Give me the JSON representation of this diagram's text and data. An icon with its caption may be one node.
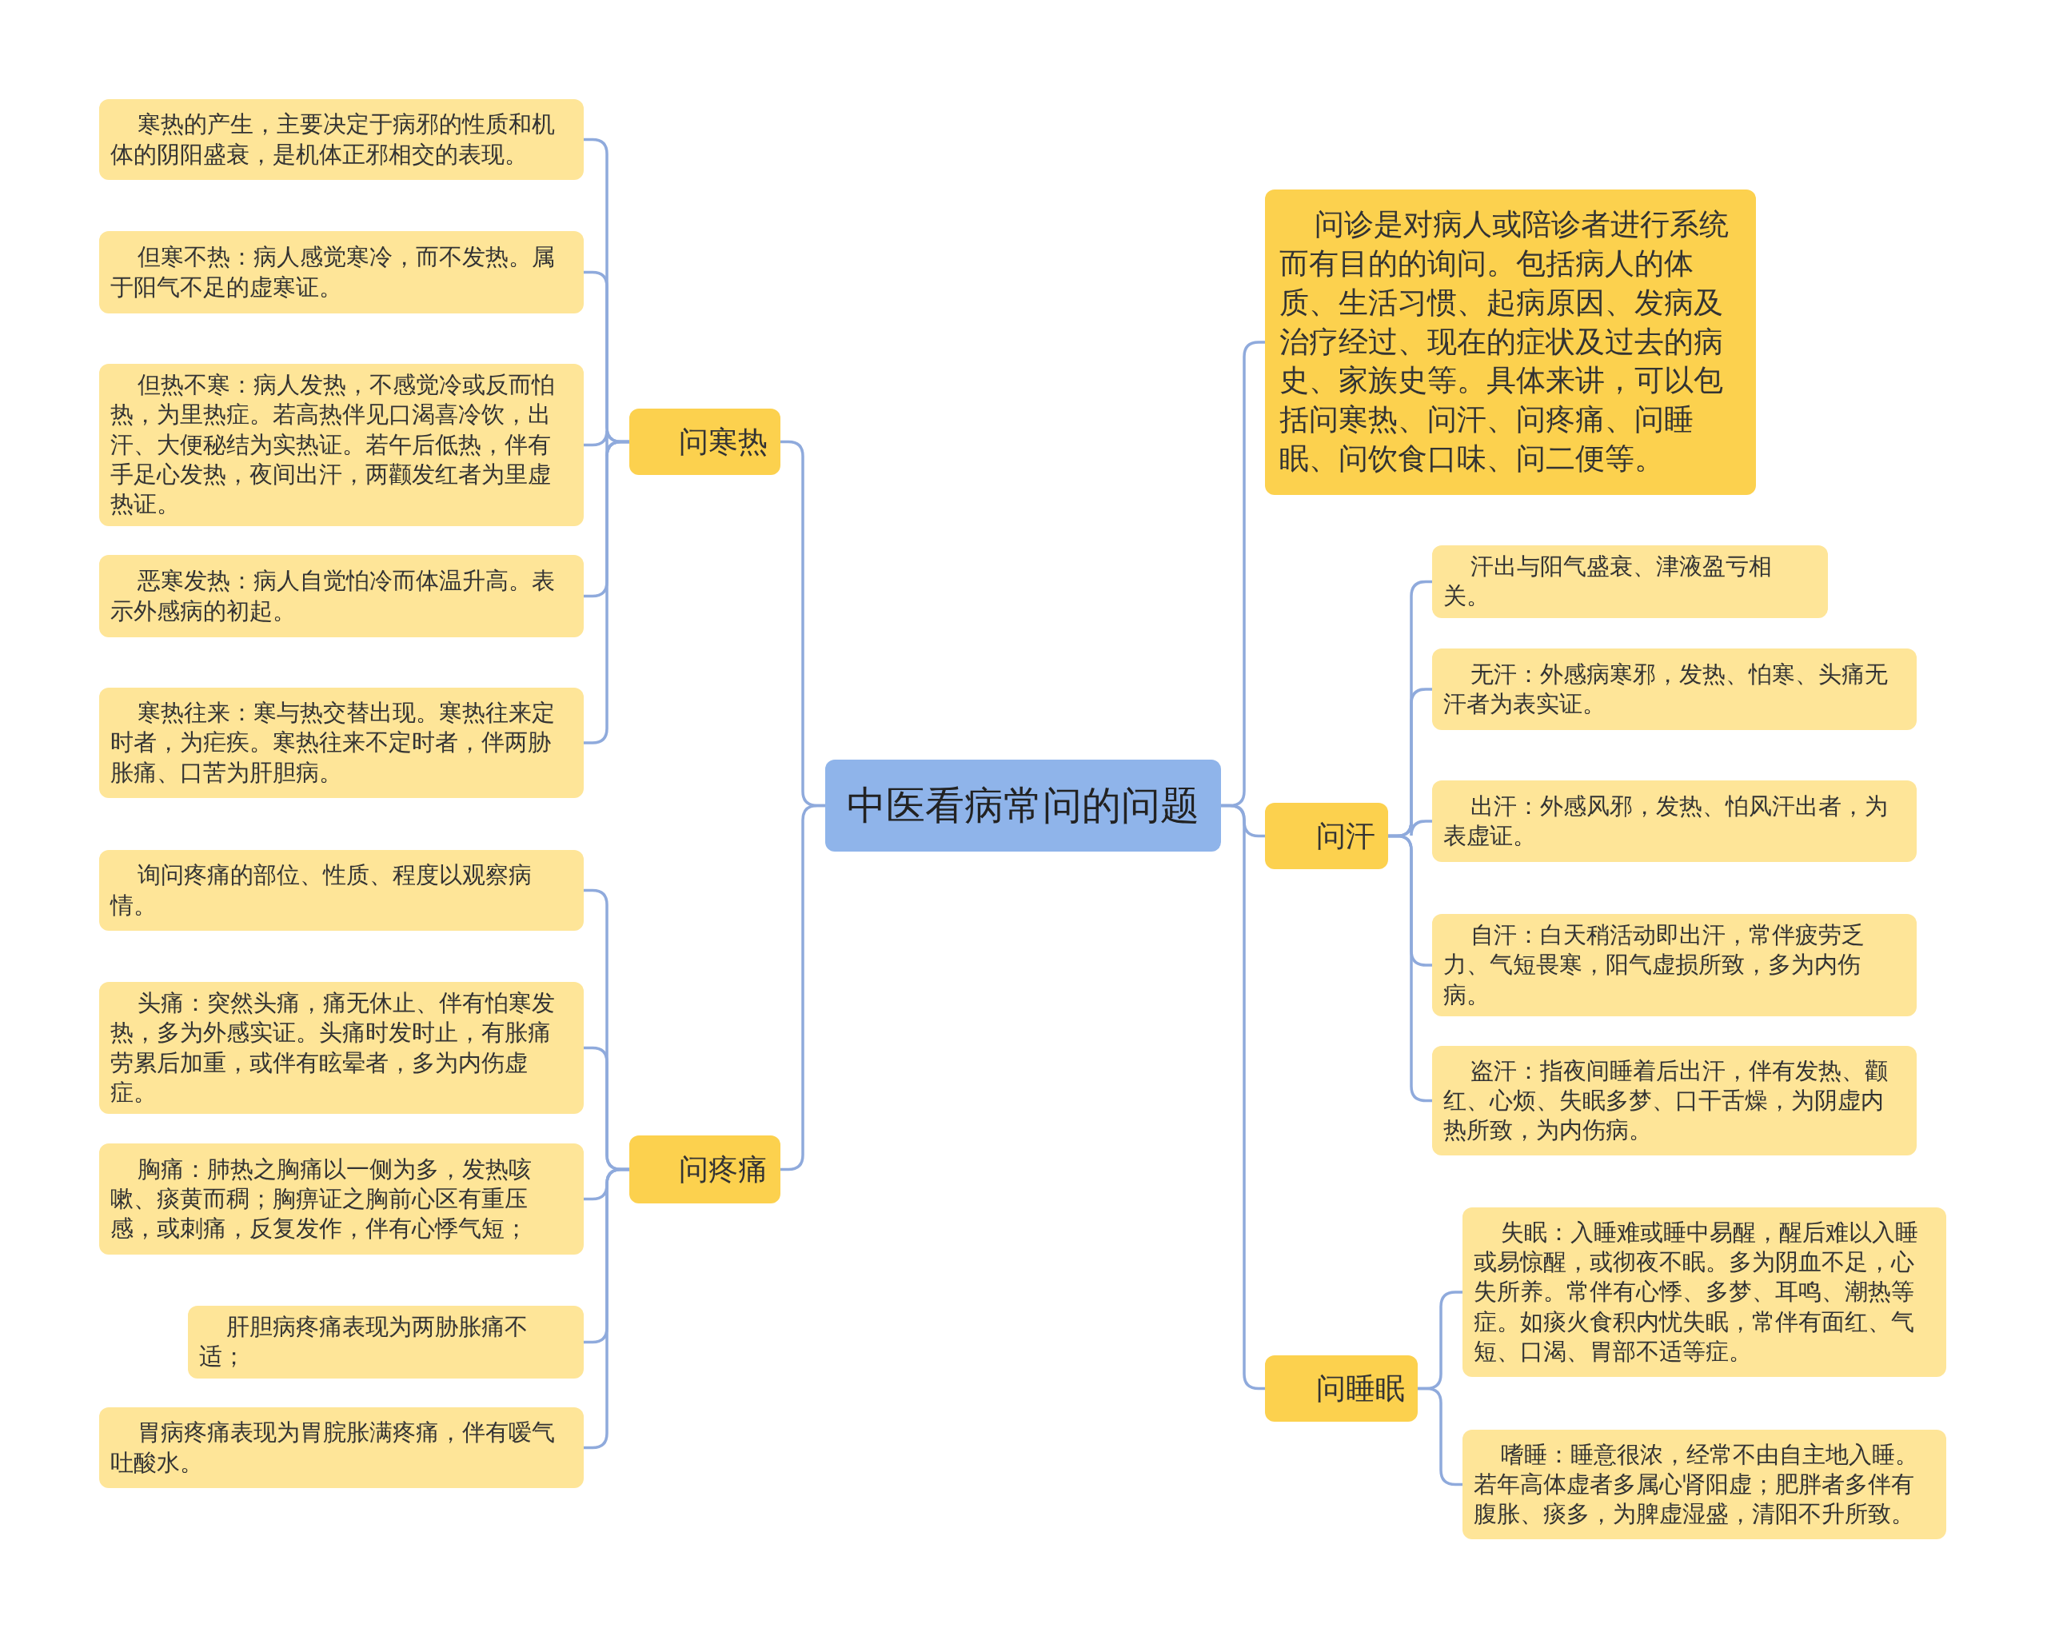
{
  "diagram": {
    "nodes": [
      {
        "text": [
          "中医看病常问的问题"
        ]
      },
      {
        "text": [
          "问寒热"
        ]
      },
      {
        "text": [
          "寒热的产生，主要决定于病邪的性质和机体的阴阳盛衰，是机体正邪相交的表现。"
        ]
      },
      {
        "text": [
          "但寒不热：病人感觉寒冷，而不发热。属于阳气不足的虚寒证。"
        ]
      },
      {
        "text": [
          "但热不寒：病人发热，不感觉冷或反而怕热，为里热症。若高热伴见口渴喜冷饮，出汗、大便秘结为实热证。若午后低热，伴有手足心发热，夜间出汗，两颧发红者为里虚热证。"
        ]
      },
      {
        "text": [
          "恶寒发热：病人自觉怕冷而体温升高。表示外感病的初起。"
        ]
      },
      {
        "text": [
          "寒热往来：寒与热交替出现。寒热往来定时者，为疟疾。寒热往来不定时者，伴两胁胀痛、口苦为肝胆病。"
        ]
      },
      {
        "text": [
          "问疼痛"
        ]
      },
      {
        "text": [
          "询问疼痛的部位、性质、程度以观察病情。"
        ]
      },
      {
        "text": [
          "头痛：突然头痛，痛无休止、伴有怕寒发热，多为外感实证。头痛时发时止，有胀痛劳累后加重，或伴有眩晕者，多为内伤虚症。"
        ]
      },
      {
        "text": [
          "胸痛：肺热之胸痛以一侧为多，发热咳嗽、痰黄而稠；胸痹证之胸前心区有重压感，或刺痛，反复发作，伴有心悸气短；"
        ]
      },
      {
        "text": [
          "肝胆病疼痛表现为两胁胀痛不适；"
        ]
      },
      {
        "text": [
          "胃病疼痛表现为胃脘胀满疼痛，伴有嗳气吐酸水。"
        ]
      },
      {
        "text": [
          "问诊是对病人或陪诊者进行系统而有目的的询问。包括病人的体质、生活习惯、起病原因、发病及治疗经过、现在的症状及过去的病史、家族史等。具体来讲，可以包括问寒热、问汗、问疼痛、问睡眠、问饮食口味、问二便等。"
        ]
      },
      {
        "text": [
          "问汗"
        ]
      },
      {
        "text": [
          "汗出与阳气盛衰、津液盈亏相关。"
        ]
      },
      {
        "text": [
          "无汗：外感病寒邪，发热、怕寒、头痛无汗者为表实证。"
        ]
      },
      {
        "text": [
          "出汗：外感风邪，发热、怕风汗出者，为表虚证。"
        ]
      },
      {
        "text": [
          "自汗：白天稍活动即出汗，常伴疲劳乏力、气短畏寒，阳气虚损所致，多为内伤病。"
        ]
      },
      {
        "text": [
          "盗汗：指夜间睡着后出汗，伴有发热、颧红、心烦、失眠多梦、口干舌燥，为阴虚内热所致，为内伤病。"
        ]
      },
      {
        "text": [
          "问睡眠"
        ]
      },
      {
        "text": [
          "失眠：入睡难或睡中易醒，醒后难以入睡或易惊醒，或彻夜不眠。多为阴血不足，心失所养。常伴有心悸、多梦、耳鸣、潮热等症。如痰火食积内忧失眠，常伴有面红、气短、口渴、胃部不适等症。"
        ]
      },
      {
        "text": [
          "嗜睡：睡意很浓，经常不由自主地入睡。若年高体虚者多属心肾阳虚；肥胖者多伴有腹胀、痰多，为脾虚湿盛，清阳不升所致。"
        ]
      }
    ],
    "edges": [
      {
        "from": 0,
        "to": 1,
        "arrow": "none"
      },
      {
        "from": 1,
        "to": 2,
        "arrow": "none"
      },
      {
        "from": 1,
        "to": 3,
        "arrow": "none"
      },
      {
        "from": 1,
        "to": 4,
        "arrow": "none"
      },
      {
        "from": 1,
        "to": 5,
        "arrow": "none"
      },
      {
        "from": 1,
        "to": 6,
        "arrow": "none"
      },
      {
        "from": 0,
        "to": 7,
        "arrow": "none"
      },
      {
        "from": 7,
        "to": 8,
        "arrow": "none"
      },
      {
        "from": 7,
        "to": 9,
        "arrow": "none"
      },
      {
        "from": 7,
        "to": 10,
        "arrow": "none"
      },
      {
        "from": 7,
        "to": 11,
        "arrow": "none"
      },
      {
        "from": 7,
        "to": 12,
        "arrow": "none"
      },
      {
        "from": 0,
        "to": 13,
        "arrow": "none"
      },
      {
        "from": 0,
        "to": 14,
        "arrow": "none"
      },
      {
        "from": 14,
        "to": 15,
        "arrow": "none"
      },
      {
        "from": 14,
        "to": 16,
        "arrow": "none"
      },
      {
        "from": 14,
        "to": 17,
        "arrow": "none"
      },
      {
        "from": 14,
        "to": 18,
        "arrow": "none"
      },
      {
        "from": 14,
        "to": 19,
        "arrow": "none"
      },
      {
        "from": 0,
        "to": 20,
        "arrow": "none"
      },
      {
        "from": 20,
        "to": 21,
        "arrow": "none"
      },
      {
        "from": 20,
        "to": 22,
        "arrow": "none"
      }
    ]
  }
}
